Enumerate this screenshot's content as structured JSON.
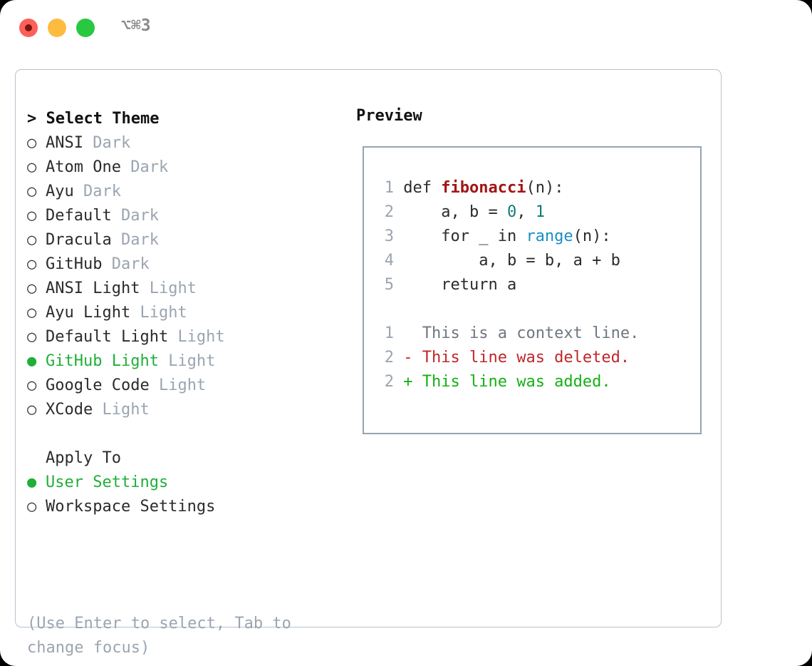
{
  "titlebar": {
    "shortcut": "⌥⌘3",
    "buttons": {
      "close": "close",
      "minimize": "minimize",
      "maximize": "maximize"
    }
  },
  "theme_picker": {
    "header_prompt": "> ",
    "header": "Select Theme",
    "bullet_unselected": "○",
    "bullet_selected": "●",
    "items": [
      {
        "name": "ANSI",
        "variant": "Dark",
        "selected": false
      },
      {
        "name": "Atom One",
        "variant": "Dark",
        "selected": false
      },
      {
        "name": "Ayu",
        "variant": "Dark",
        "selected": false
      },
      {
        "name": "Default",
        "variant": "Dark",
        "selected": false
      },
      {
        "name": "Dracula",
        "variant": "Dark",
        "selected": false
      },
      {
        "name": "GitHub",
        "variant": "Dark",
        "selected": false
      },
      {
        "name": "ANSI Light",
        "variant": "Light",
        "selected": false
      },
      {
        "name": "Ayu Light",
        "variant": "Light",
        "selected": false
      },
      {
        "name": "Default Light",
        "variant": "Light",
        "selected": false
      },
      {
        "name": "GitHub Light",
        "variant": "Light",
        "selected": true
      },
      {
        "name": "Google Code",
        "variant": "Light",
        "selected": false
      },
      {
        "name": "XCode",
        "variant": "Light",
        "selected": false
      }
    ]
  },
  "apply_to": {
    "title": "Apply To",
    "options": [
      {
        "label": "User Settings",
        "selected": true
      },
      {
        "label": "Workspace Settings",
        "selected": false
      }
    ]
  },
  "hint": "(Use Enter to select, Tab to change focus)",
  "preview": {
    "label": "Preview",
    "code_lines": [
      {
        "num": "1",
        "tokens": [
          {
            "t": "def ",
            "c": "plain"
          },
          {
            "t": "fibonacci",
            "c": "kw-fn"
          },
          {
            "t": "(n):",
            "c": "plain"
          }
        ]
      },
      {
        "num": "2",
        "tokens": [
          {
            "t": "    a, b = ",
            "c": "plain"
          },
          {
            "t": "0",
            "c": "kw-num"
          },
          {
            "t": ", ",
            "c": "plain"
          },
          {
            "t": "1",
            "c": "kw-num"
          }
        ]
      },
      {
        "num": "3",
        "tokens": [
          {
            "t": "    for _ in ",
            "c": "plain"
          },
          {
            "t": "range",
            "c": "kw-call"
          },
          {
            "t": "(n):",
            "c": "plain"
          }
        ]
      },
      {
        "num": "4",
        "tokens": [
          {
            "t": "        a, b = b, a + b",
            "c": "plain"
          }
        ]
      },
      {
        "num": "5",
        "tokens": [
          {
            "t": "    return a",
            "c": "plain"
          }
        ]
      }
    ],
    "diff_lines": [
      {
        "num": "1",
        "marker": "  ",
        "text": "This is a context line.",
        "kind": "dim"
      },
      {
        "num": "2",
        "marker": "- ",
        "text": "This line was deleted.",
        "kind": "del"
      },
      {
        "num": "2",
        "marker": "+ ",
        "text": "This line was added.",
        "kind": "add"
      }
    ]
  },
  "colors": {
    "selected_green": "#1faf38",
    "variant_gray": "#9aa5b1",
    "panel_border": "#b9c2cc",
    "preview_border": "#97a3b2",
    "diff_added": "#14b014",
    "diff_deleted": "#c0262a",
    "syntax_function": "#a31515",
    "syntax_number": "#0f7b77",
    "syntax_call": "#1a8fc4",
    "dot_close": "#fc6058",
    "dot_minimize": "#fdbc40",
    "dot_maximize": "#28c840"
  }
}
